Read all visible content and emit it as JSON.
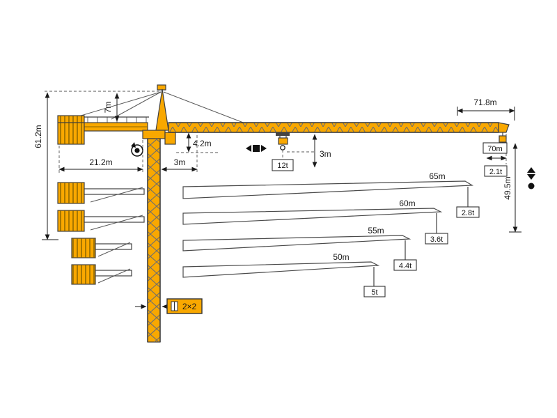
{
  "diagram": {
    "type": "tower-crane-working-range",
    "colors": {
      "crane_yellow": "#F9A800",
      "structure_line": "#3f3f3f",
      "dimension_line": "#1a1a1a"
    },
    "dims": {
      "jib_length": "71.8m",
      "tower_head_height": "7m",
      "overall_height": "61.2m",
      "counterjib_radius": "21.2m",
      "min_radius": "3m",
      "jib_root_height": "4.2m",
      "trolley_spacing": "3m",
      "max_radius": "70m",
      "hook_height": "49.5m"
    },
    "loads": {
      "max_load": "12t",
      "tip_load_70m": "2.1t"
    },
    "reeving_label": "2×2",
    "configs": [
      {
        "length": "65m",
        "tip_load": "2.8t"
      },
      {
        "length": "60m",
        "tip_load": "3.6t"
      },
      {
        "length": "55m",
        "tip_load": "4.4t"
      },
      {
        "length": "50m",
        "tip_load": "5t"
      }
    ]
  }
}
